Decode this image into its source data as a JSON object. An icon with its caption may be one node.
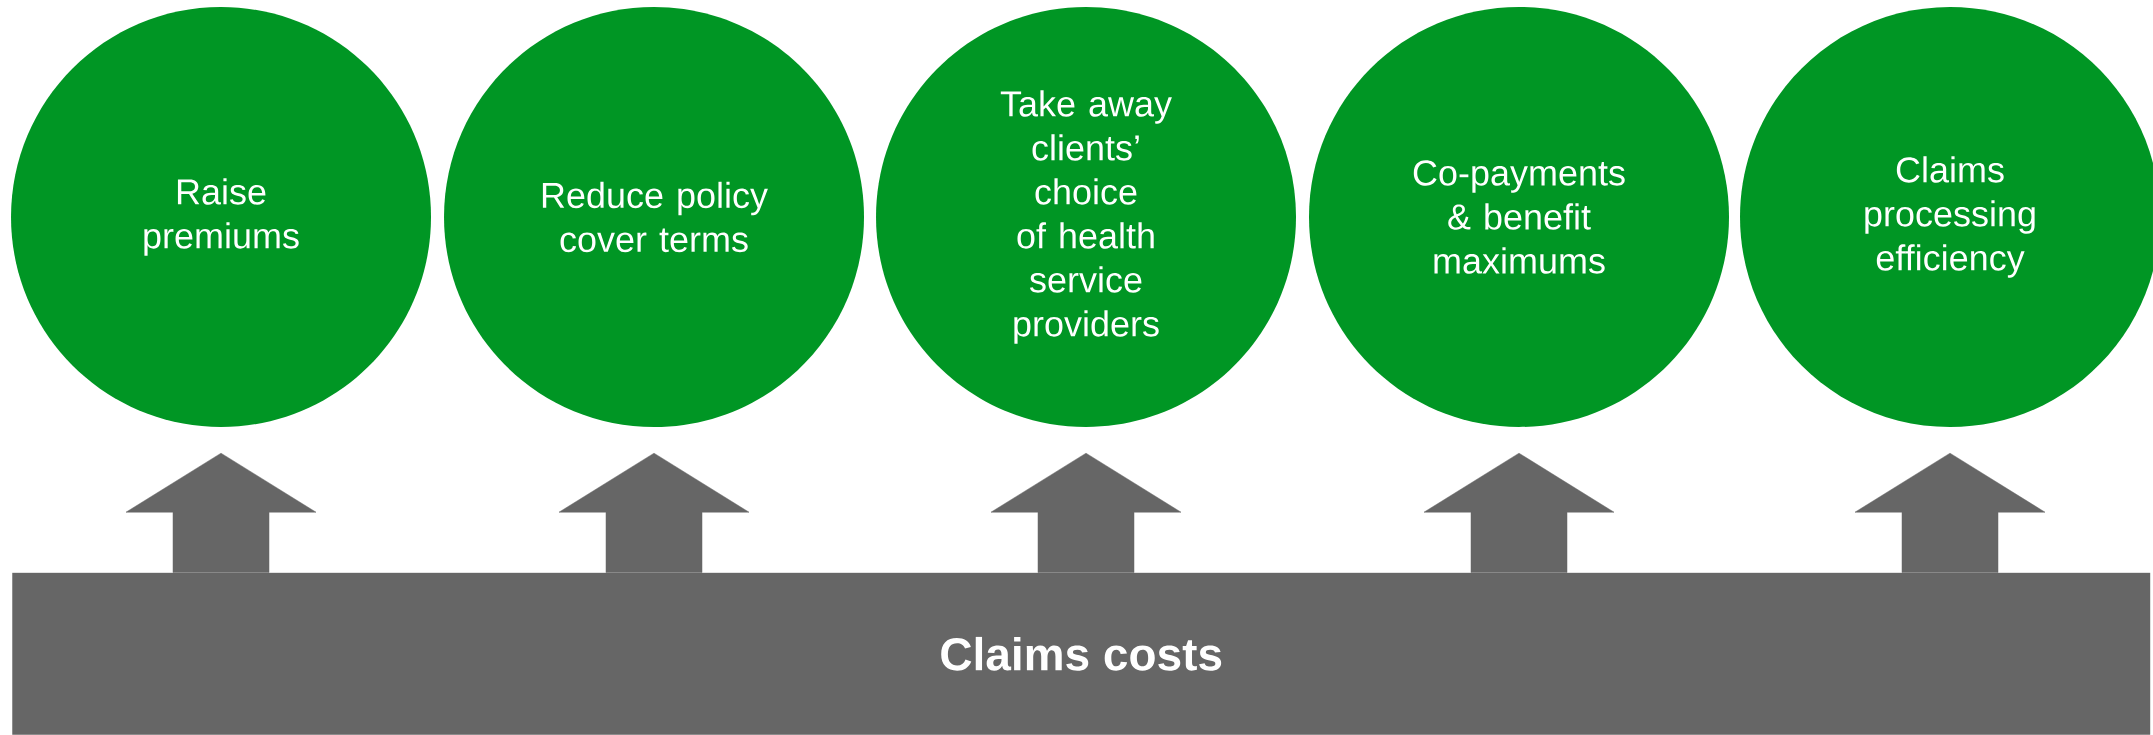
{
  "diagram": {
    "nodes": [
      {
        "text": [
          "Raise premiums"
        ]
      },
      {
        "text": [
          "Reduce policy cover terms"
        ]
      },
      {
        "text": [
          "Take away clients’ choice of health service providers"
        ]
      },
      {
        "text": [
          "Co-payments & benefit maximums"
        ]
      },
      {
        "text": [
          "Claims processing efficiency"
        ]
      },
      {
        "text": [
          "Claims costs"
        ]
      }
    ],
    "edges": [
      {
        "from": 5,
        "to": 0,
        "arrow": "to"
      },
      {
        "from": 5,
        "to": 1,
        "arrow": "to"
      },
      {
        "from": 5,
        "to": 2,
        "arrow": "to"
      },
      {
        "from": 5,
        "to": 3,
        "arrow": "to"
      },
      {
        "from": 5,
        "to": 4,
        "arrow": "to"
      }
    ]
  }
}
